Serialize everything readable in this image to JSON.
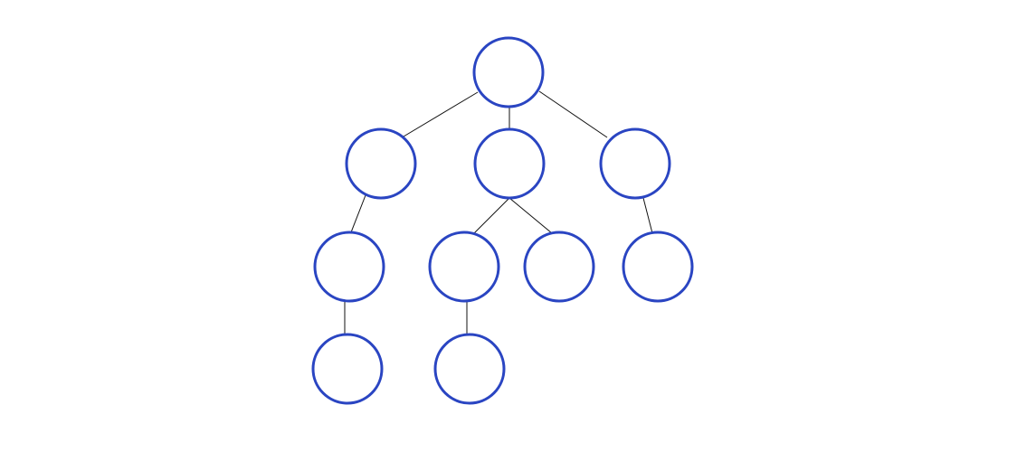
{
  "diagram": {
    "type": "tree",
    "colors": {
      "node_stroke": "#2a45c2",
      "node_fill": "#ffffff",
      "edge_stroke": "#111111",
      "background": "#ffffff"
    },
    "nodes": [
      {
        "id": "root",
        "label": ""
      },
      {
        "id": "l1-left",
        "label": ""
      },
      {
        "id": "l1-mid",
        "label": ""
      },
      {
        "id": "l1-right",
        "label": ""
      },
      {
        "id": "l2-a",
        "label": ""
      },
      {
        "id": "l2-b",
        "label": ""
      },
      {
        "id": "l2-c",
        "label": ""
      },
      {
        "id": "l2-d",
        "label": ""
      },
      {
        "id": "l3-a",
        "label": ""
      },
      {
        "id": "l3-b",
        "label": ""
      }
    ],
    "edges": [
      {
        "from": "root",
        "to": "l1-left"
      },
      {
        "from": "root",
        "to": "l1-mid"
      },
      {
        "from": "root",
        "to": "l1-right"
      },
      {
        "from": "l1-left",
        "to": "l2-a"
      },
      {
        "from": "l1-mid",
        "to": "l2-b"
      },
      {
        "from": "l1-mid",
        "to": "l2-c"
      },
      {
        "from": "l1-right",
        "to": "l2-d"
      },
      {
        "from": "l2-a",
        "to": "l3-a"
      },
      {
        "from": "l2-b",
        "to": "l3-b"
      }
    ]
  }
}
